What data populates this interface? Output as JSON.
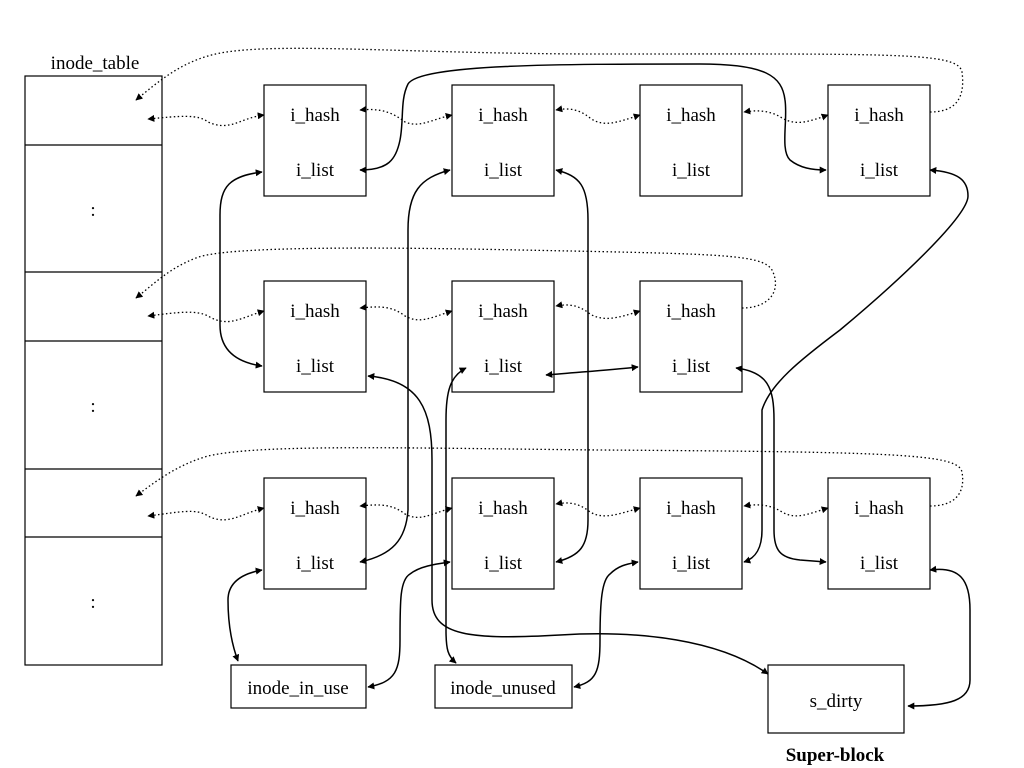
{
  "table": {
    "title": "inode_table",
    "ellipsis": [
      ":",
      ":",
      ":"
    ]
  },
  "inode": {
    "hash_label": "i_hash",
    "list_label": "i_list"
  },
  "heads": {
    "in_use": "inode_in_use",
    "unused": "inode_unused",
    "dirty": "s_dirty"
  },
  "superblock": {
    "label": "Super-block"
  }
}
